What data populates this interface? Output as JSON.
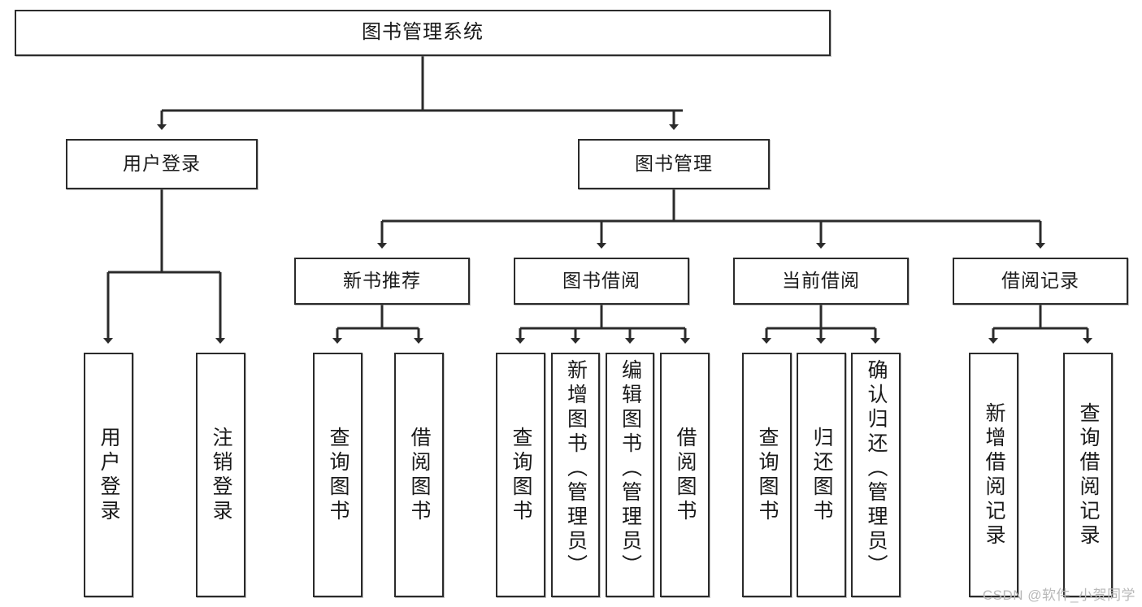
{
  "diagram": {
    "title": "图书管理系统",
    "type": "tree-hierarchy",
    "colors": {
      "stroke": "#2b2b2b",
      "fill": "#ffffff",
      "text": "#1a1a1a",
      "watermark": "#b8b8b8"
    },
    "root": {
      "label": "图书管理系统"
    },
    "level2": [
      {
        "label": "用户登录"
      },
      {
        "label": "图书管理"
      }
    ],
    "level3": [
      {
        "label": "新书推荐"
      },
      {
        "label": "图书借阅"
      },
      {
        "label": "当前借阅"
      },
      {
        "label": "借阅记录"
      }
    ],
    "leaves": {
      "user_login": [
        {
          "label": "用户登录"
        },
        {
          "label": "注销登录"
        }
      ],
      "new_book_recommend": [
        {
          "label": "查询图书"
        },
        {
          "label": "借阅图书"
        }
      ],
      "book_borrow": [
        {
          "label": "查询图书"
        },
        {
          "label": "新增图书（管理员）"
        },
        {
          "label": "编辑图书（管理员）"
        },
        {
          "label": "借阅图书"
        }
      ],
      "current_borrow": [
        {
          "label": "查询图书"
        },
        {
          "label": "归还图书"
        },
        {
          "label": "确认归还（管理员）"
        }
      ],
      "borrow_record": [
        {
          "label": "新增借阅记录"
        },
        {
          "label": "查询借阅记录"
        }
      ]
    }
  },
  "watermark": {
    "text": "CSDN @软件_小贺同学"
  }
}
